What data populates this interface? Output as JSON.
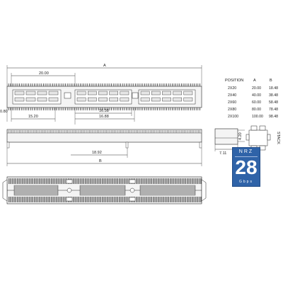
{
  "top_view": {
    "dim_overall": "A",
    "dim_pitch": "20.00",
    "dim_left_edge": "0.80",
    "dim_left_offset": "15.20",
    "dim_mid_a": "16.38",
    "dim_mid_b": "16.88"
  },
  "side_view": {
    "dim_peg": "18.92",
    "dim_overall": "B"
  },
  "end_view": {
    "dim_width": "7.11",
    "dim_height": "4.20",
    "side_text": "STACK"
  },
  "table": {
    "headers": [
      "POSITION",
      "A",
      "B"
    ],
    "rows": [
      [
        "2X20",
        "20.00",
        "18.48"
      ],
      [
        "2X40",
        "40.00",
        "38.48"
      ],
      [
        "2X60",
        "60.00",
        "58.48"
      ],
      [
        "2X80",
        "80.00",
        "78.48"
      ],
      [
        "2X100",
        "100.00",
        "98.48"
      ]
    ]
  },
  "badge": {
    "top_text": "NRZ",
    "number": "28",
    "unit": "Gbps",
    "color": "#2f63a8"
  }
}
